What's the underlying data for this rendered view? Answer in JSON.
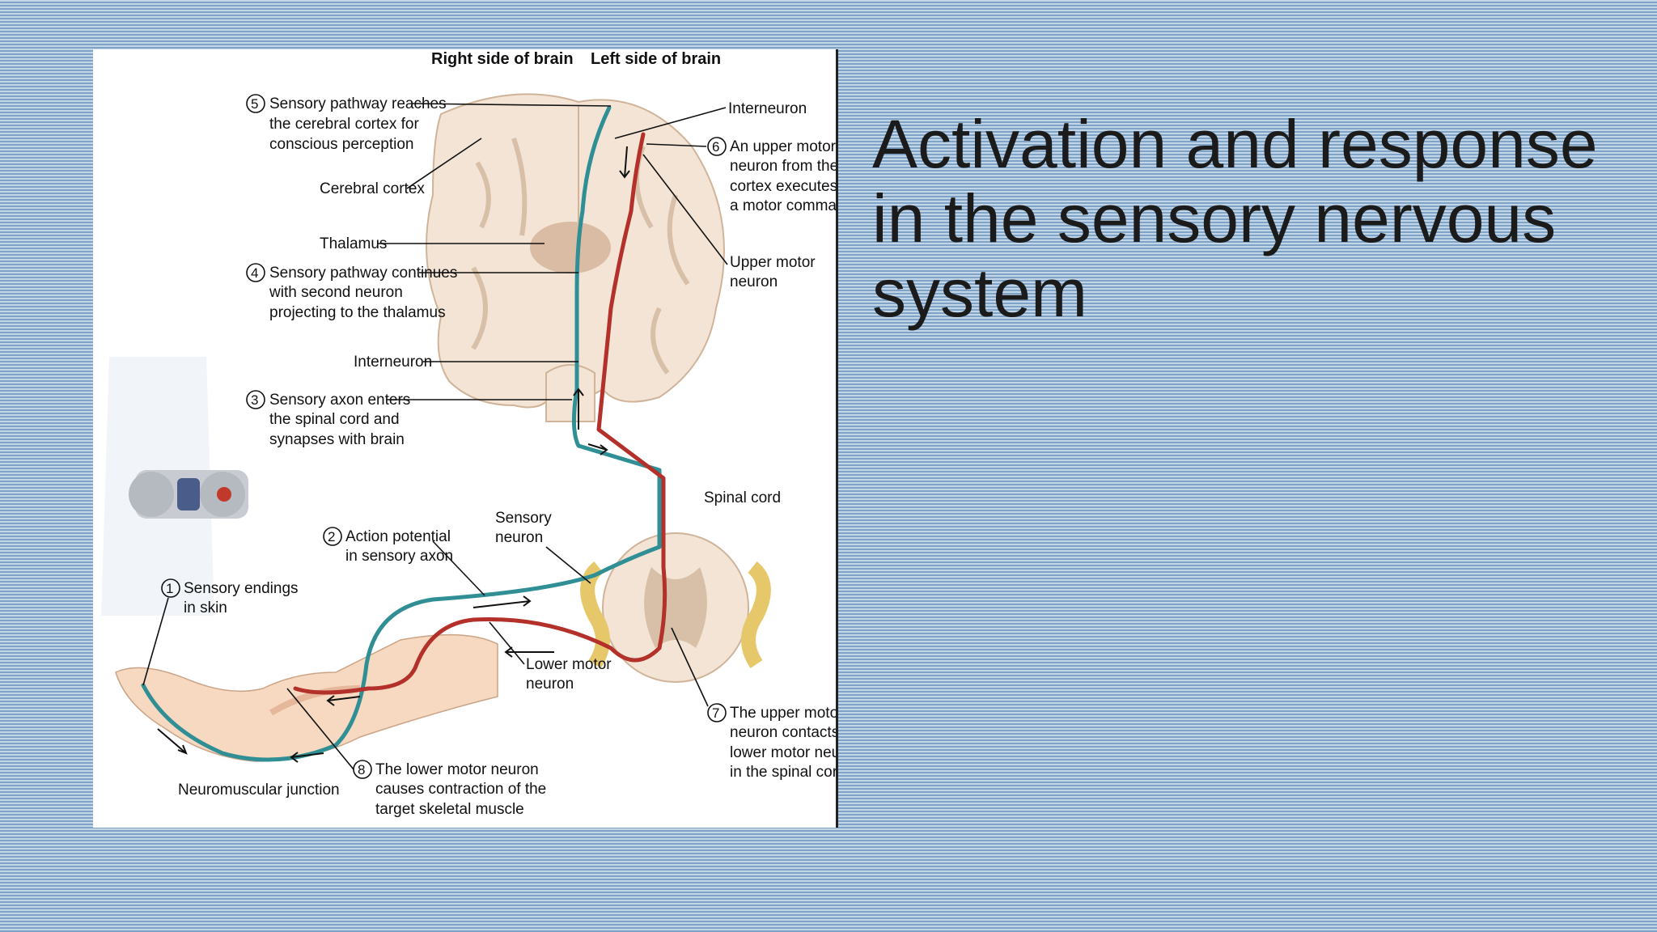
{
  "slide": {
    "title": "Activation and response in the sensory nervous system"
  },
  "diagram": {
    "header_right": "Right side of brain",
    "header_left": "Left side of brain",
    "step5": {
      "num": "5",
      "lines": [
        "Sensory pathway reaches",
        "the cerebral cortex for",
        "conscious perception"
      ]
    },
    "cerebral_cortex": "Cerebral cortex",
    "thalamus": "Thalamus",
    "step4": {
      "num": "4",
      "lines": [
        "Sensory pathway continues",
        "with second neuron",
        "projecting to the thalamus"
      ]
    },
    "interneuron_left": "Interneuron",
    "step3": {
      "num": "3",
      "lines": [
        "Sensory axon enters",
        "the spinal cord and",
        "synapses with brain"
      ]
    },
    "interneuron_top": "Interneuron",
    "step6": {
      "num": "6",
      "lines": [
        "An upper motor",
        "neuron from the",
        "cortex executes",
        "a motor command"
      ]
    },
    "upper_motor_neuron": [
      "Upper motor",
      "neuron"
    ],
    "spinal_cord": "Spinal cord",
    "sensory_neuron": [
      "Sensory",
      "neuron"
    ],
    "step2": {
      "num": "2",
      "lines": [
        "Action potential",
        "in sensory axon"
      ]
    },
    "step1": {
      "num": "1",
      "lines": [
        "Sensory endings",
        "in skin"
      ]
    },
    "lower_motor_neuron": [
      "Lower motor",
      "neuron"
    ],
    "step7": {
      "num": "7",
      "lines": [
        "The upper motor",
        "neuron contacts a",
        "lower motor neuron",
        "in the spinal cord"
      ]
    },
    "step8": {
      "num": "8",
      "lines": [
        "The  lower motor neuron",
        "causes contraction of the",
        "target skeletal muscle"
      ]
    },
    "neuromuscular_junction": "Neuromuscular junction",
    "colors": {
      "sensory_pathway": "#2f8f94",
      "motor_pathway": "#b3302b",
      "brain_tissue": "#f3e4d6"
    }
  }
}
